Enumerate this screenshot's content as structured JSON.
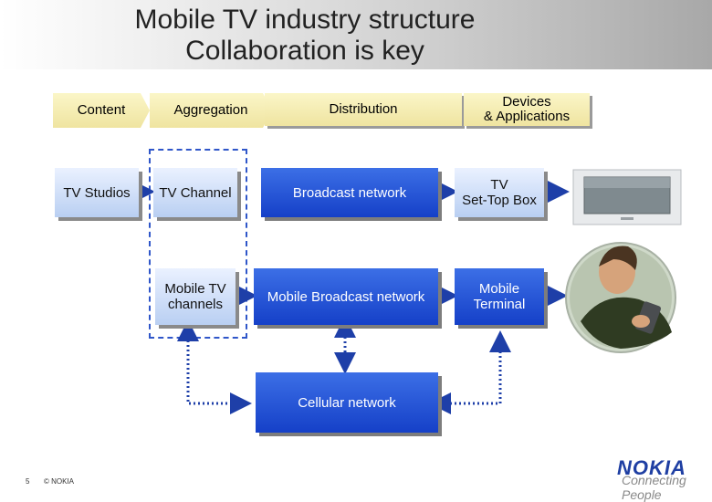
{
  "title": {
    "line1": "Mobile TV industry structure",
    "line2": "Collaboration is key"
  },
  "stages": [
    "Content",
    "Aggregation",
    "Distribution",
    "Devices\n& Applications"
  ],
  "row1": {
    "studios": "TV Studios",
    "channel": "TV Channel",
    "broadcast": "Broadcast network",
    "stb": "TV\nSet-Top Box"
  },
  "row2": {
    "mobile_channels": "Mobile TV\nchannels",
    "mobile_broadcast": "Mobile Broadcast network",
    "terminal": "Mobile\nTerminal"
  },
  "cellular": "Cellular network",
  "footer": {
    "page_number": "5",
    "copyright": "© NOKIA",
    "logo": "NOKIA",
    "tagline": "Connecting People"
  },
  "colors": {
    "header_fill": "#f3ebb3",
    "light_box": "#c9dbf5",
    "dark_box": "#1e4fd6",
    "dash": "#2f56c9",
    "logo": "#1f3fa3"
  }
}
